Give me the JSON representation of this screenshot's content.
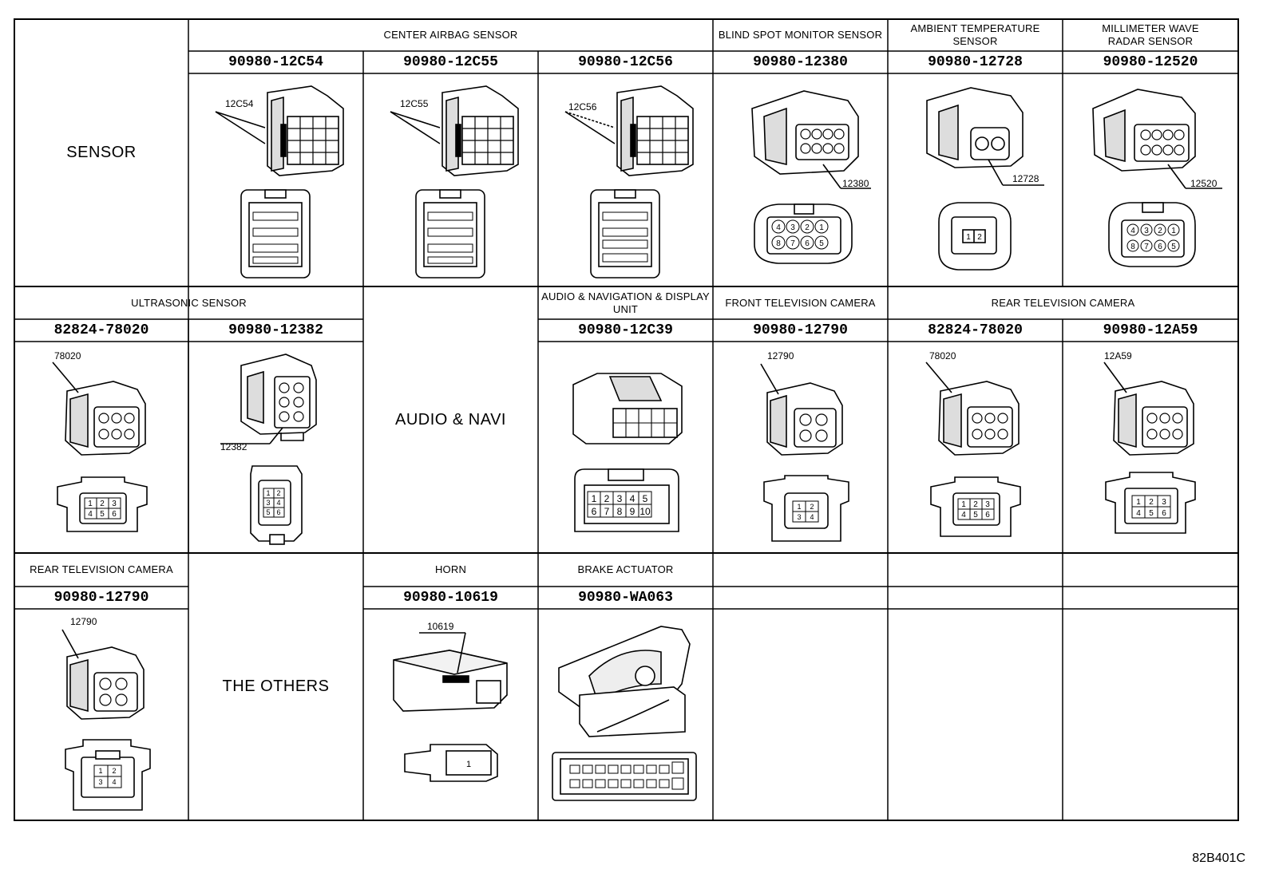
{
  "sheet_id": "82B401C",
  "groups": {
    "sensor": "SENSOR",
    "audio_navi": "AUDIO & NAVI",
    "others": "THE OTHERS"
  },
  "headers": {
    "center_airbag": "CENTER AIRBAG SENSOR",
    "blind_spot": "BLIND SPOT MONITOR SENSOR",
    "ambient_temp": [
      "AMBIENT TEMPERATURE",
      "SENSOR"
    ],
    "mmwave": [
      "MILLIMETER WAVE",
      "RADAR SENSOR"
    ],
    "ultrasonic": "ULTRASONIC SENSOR",
    "audio_nav_display": [
      "AUDIO & NAVIGATION & DISPLAY",
      "UNIT"
    ],
    "front_tv": "FRONT TELEVISION CAMERA",
    "rear_tv": "REAR TELEVISION CAMERA",
    "rear_tv_2": "REAR TELEVISION CAMERA",
    "horn": "HORN",
    "brake": "BRAKE ACTUATOR"
  },
  "parts": {
    "p12c54": "90980-12C54",
    "p12c55": "90980-12C55",
    "p12c56": "90980-12C56",
    "p12380": "90980-12380",
    "p12728": "90980-12728",
    "p12520": "90980-12520",
    "p78020a": "82824-78020",
    "p12382": "90980-12382",
    "p12c39": "90980-12C39",
    "p12790a": "90980-12790",
    "p78020b": "82824-78020",
    "p12a59": "90980-12A59",
    "p12790b": "90980-12790",
    "p10619": "90980-10619",
    "pwa063": "90980-WA063"
  },
  "callouts": {
    "c12c54": "12C54",
    "c12c55": "12C55",
    "c12c56": "12C56",
    "c12380": "12380",
    "c12728": "12728",
    "c12520": "12520",
    "c78020a": "78020",
    "c12382": "12382",
    "c12790a": "12790",
    "c78020b": "78020",
    "c12a59": "12A59",
    "c12790b": "12790",
    "c10619": "10619"
  },
  "pin_numbers": {
    "ambient": [
      "1",
      "2"
    ],
    "six": [
      "1",
      "2",
      "3",
      "4",
      "5",
      "6"
    ],
    "four": [
      "1",
      "2",
      "3",
      "4"
    ],
    "ten": [
      "1",
      "2",
      "3",
      "4",
      "5",
      "6",
      "7",
      "8",
      "9",
      "10"
    ],
    "blind_spot": [
      "4",
      "3",
      "2",
      "1",
      "8",
      "7",
      "6",
      "5"
    ],
    "mmwave": [
      "4",
      "3",
      "2",
      "1",
      "8",
      "7",
      "6",
      "5"
    ],
    "horn": [
      "1"
    ]
  }
}
